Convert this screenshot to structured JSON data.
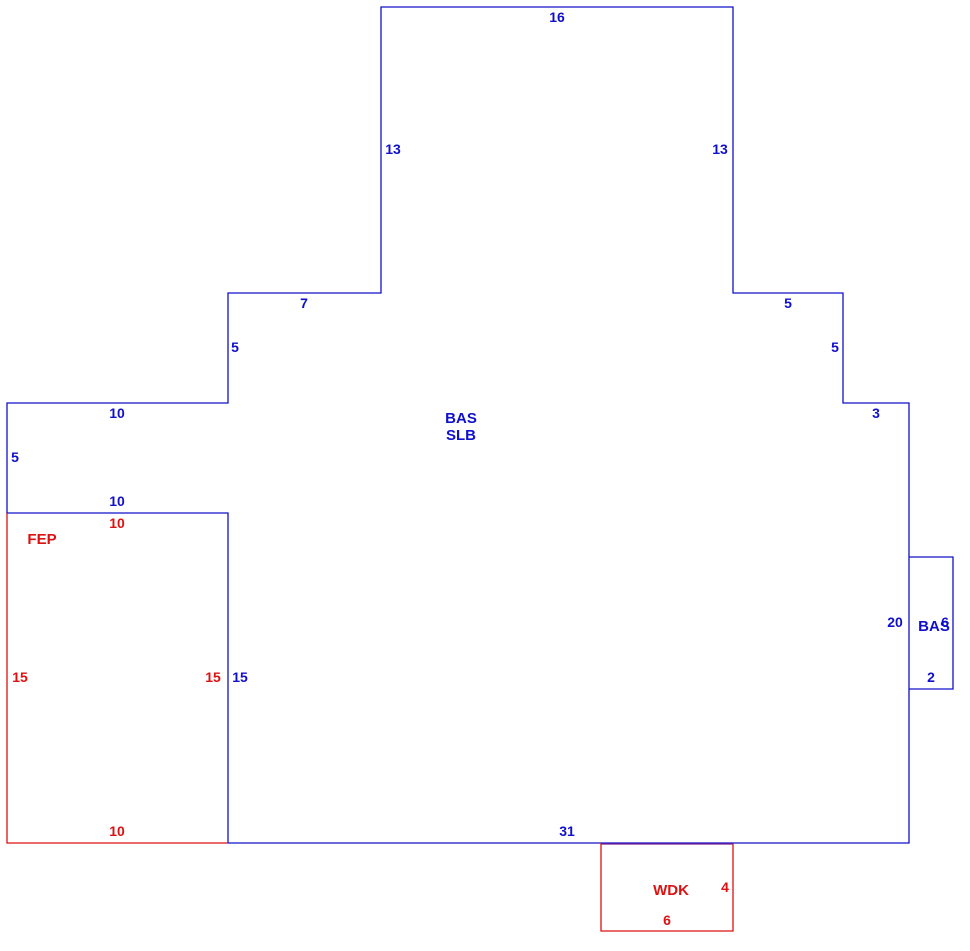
{
  "colors": {
    "main": "#1010cc",
    "secondary": "#dd1111"
  },
  "areas": {
    "main_name": "BAS",
    "main_sub": "SLB",
    "small_bay": "BAS",
    "porch": "FEP",
    "deck": "WDK"
  },
  "main_dims": {
    "top": "16",
    "upper_left": "13",
    "upper_right": "13",
    "step_left_top": "7",
    "step_left_side": "5",
    "step_right_top": "5",
    "step_right_side": "5",
    "right_notch": "3",
    "left_wing_top": "10",
    "left_wing_side": "5",
    "left_wing_bottom": "10",
    "inner_side": "15",
    "right_side": "20",
    "bottom": "31"
  },
  "bay_dims": {
    "depth": "2",
    "length": "6"
  },
  "porch_dims": {
    "top": "10",
    "left": "15",
    "right": "15",
    "bottom": "10"
  },
  "deck_dims": {
    "side": "4",
    "bottom": "6"
  }
}
